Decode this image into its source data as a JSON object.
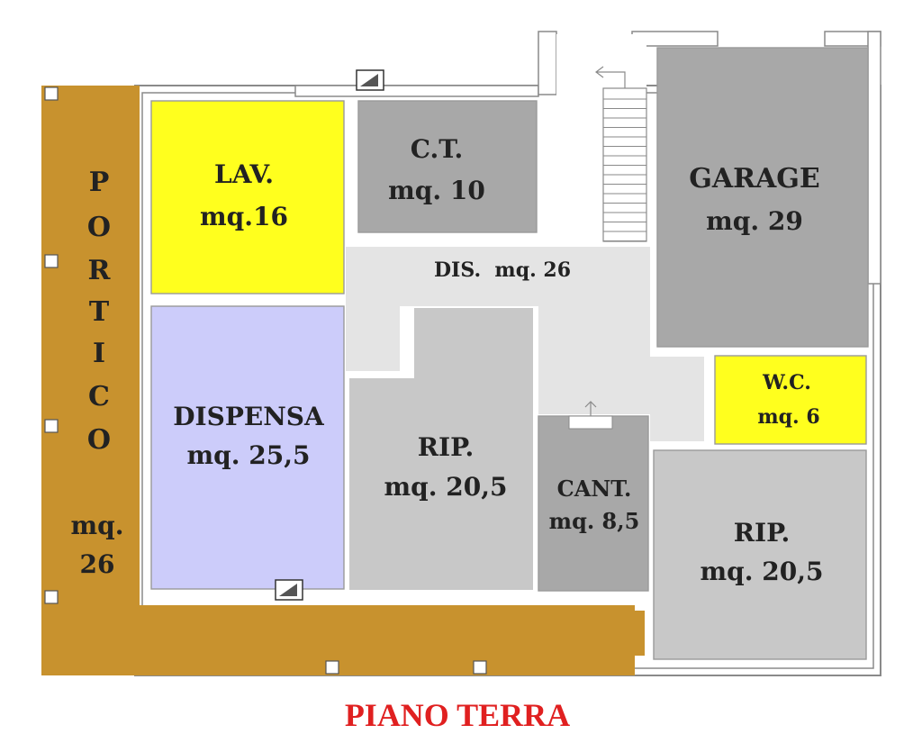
{
  "title": "PIANO TERRA",
  "colors": {
    "portico": "#c8922e",
    "yellow": "#ffff1e",
    "lavender": "#ccccfa",
    "gray_dark": "#a8a8a8",
    "gray_mid": "#c8c8c8",
    "gray_light": "#e4e4e4",
    "wall": "#8a8a8a",
    "title": "#e02020"
  },
  "rooms": {
    "portico": {
      "name_letters": [
        "P",
        "O",
        "R",
        "T",
        "I",
        "C",
        "O"
      ],
      "area_l1": "mq.",
      "area_l2": "26"
    },
    "lav": {
      "name": "LAV.",
      "area": "mq.16"
    },
    "ct": {
      "name": "C.T.",
      "area": "mq. 10"
    },
    "garage": {
      "name": "GARAGE",
      "area": "mq. 29"
    },
    "dis": {
      "label": "DIS.  mq. 26"
    },
    "dispensa": {
      "name": "DISPENSA",
      "area": "mq. 25,5"
    },
    "rip1": {
      "name": "RIP.",
      "area": "mq. 20,5"
    },
    "cant": {
      "name": "CANT.",
      "area": "mq. 8,5"
    },
    "wc": {
      "name": "W.C.",
      "area": "mq. 6"
    },
    "rip2": {
      "name": "RIP.",
      "area": "mq. 20,5"
    }
  }
}
